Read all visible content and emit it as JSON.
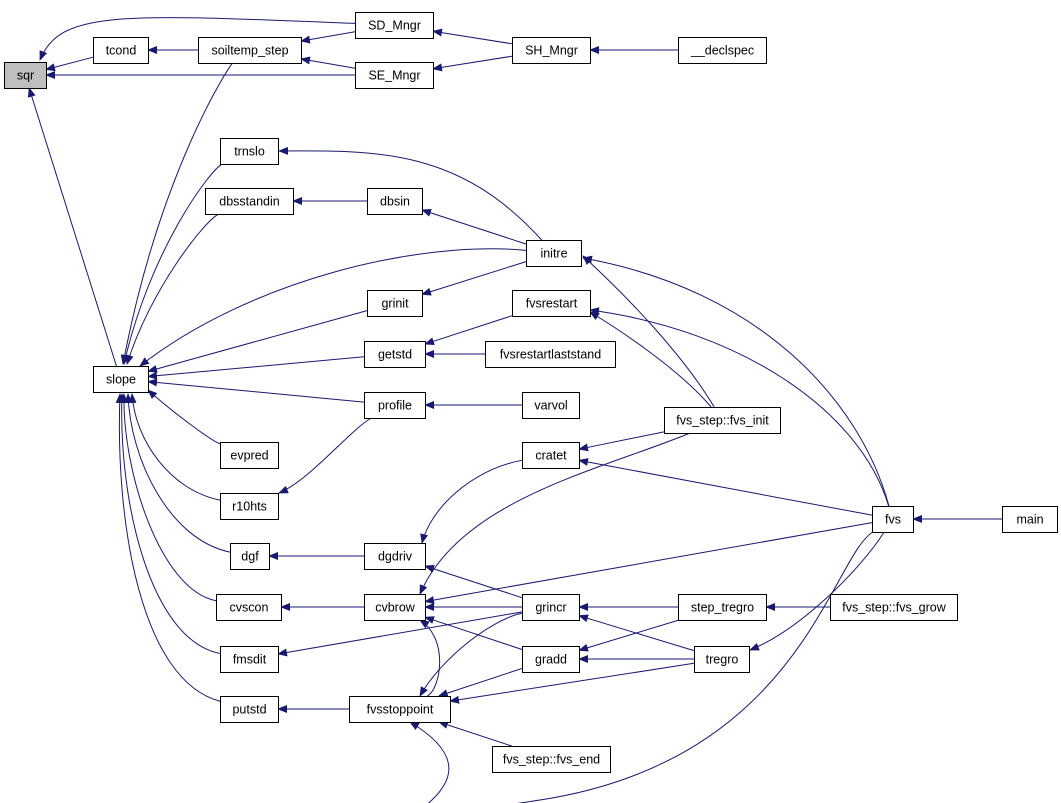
{
  "colors": {
    "edge": "#191970",
    "node_border": "#000000",
    "node_fill": "#ffffff",
    "highlight_fill": "#bfbfbf"
  },
  "nodes": {
    "sqr": {
      "label": "sqr",
      "highlighted": true
    },
    "tcond": {
      "label": "tcond"
    },
    "soiltemp_step": {
      "label": "soiltemp_step"
    },
    "sd_mngr": {
      "label": "SD_Mngr"
    },
    "se_mngr": {
      "label": "SE_Mngr"
    },
    "sh_mngr": {
      "label": "SH_Mngr"
    },
    "declspec": {
      "label": "__declspec"
    },
    "slope": {
      "label": "slope"
    },
    "trnslo": {
      "label": "trnslo"
    },
    "dbsstandin": {
      "label": "dbsstandin"
    },
    "dbsin": {
      "label": "dbsin"
    },
    "initre": {
      "label": "initre"
    },
    "grinit": {
      "label": "grinit"
    },
    "fvsrestart": {
      "label": "fvsrestart"
    },
    "getstd": {
      "label": "getstd"
    },
    "fvsrestartlaststand": {
      "label": "fvsrestartlaststand"
    },
    "profile": {
      "label": "profile"
    },
    "varvol": {
      "label": "varvol"
    },
    "fvs_init": {
      "label": "fvs_step::fvs_init"
    },
    "evpred": {
      "label": "evpred"
    },
    "cratet": {
      "label": "cratet"
    },
    "r10hts": {
      "label": "r10hts"
    },
    "fvs": {
      "label": "fvs"
    },
    "main": {
      "label": "main"
    },
    "dgf": {
      "label": "dgf"
    },
    "dgdriv": {
      "label": "dgdriv"
    },
    "cvscon": {
      "label": "cvscon"
    },
    "cvbrow": {
      "label": "cvbrow"
    },
    "grincr": {
      "label": "grincr"
    },
    "step_tregro": {
      "label": "step_tregro"
    },
    "fvs_grow": {
      "label": "fvs_step::fvs_grow"
    },
    "fmsdit": {
      "label": "fmsdit"
    },
    "gradd": {
      "label": "gradd"
    },
    "tregro": {
      "label": "tregro"
    },
    "putstd": {
      "label": "putstd"
    },
    "fvsstoppoint": {
      "label": "fvsstoppoint"
    },
    "fvs_end": {
      "label": "fvs_step::fvs_end"
    }
  },
  "edges": [
    [
      "tcond",
      "sqr"
    ],
    [
      "sd_mngr",
      "sqr"
    ],
    [
      "se_mngr",
      "sqr"
    ],
    [
      "slope",
      "sqr"
    ],
    [
      "soiltemp_step",
      "tcond"
    ],
    [
      "sd_mngr",
      "soiltemp_step"
    ],
    [
      "se_mngr",
      "soiltemp_step"
    ],
    [
      "sh_mngr",
      "sd_mngr"
    ],
    [
      "sh_mngr",
      "se_mngr"
    ],
    [
      "declspec",
      "sh_mngr"
    ],
    [
      "soiltemp_step",
      "slope"
    ],
    [
      "trnslo",
      "slope"
    ],
    [
      "dbsstandin",
      "slope"
    ],
    [
      "initre",
      "slope"
    ],
    [
      "grinit",
      "slope"
    ],
    [
      "getstd",
      "slope"
    ],
    [
      "profile",
      "slope"
    ],
    [
      "evpred",
      "slope"
    ],
    [
      "r10hts",
      "slope"
    ],
    [
      "dgf",
      "slope"
    ],
    [
      "cvscon",
      "slope"
    ],
    [
      "fmsdit",
      "slope"
    ],
    [
      "putstd",
      "slope"
    ],
    [
      "initre",
      "trnslo"
    ],
    [
      "dbsin",
      "dbsstandin"
    ],
    [
      "initre",
      "dbsin"
    ],
    [
      "initre",
      "grinit"
    ],
    [
      "fvsrestart",
      "getstd"
    ],
    [
      "fvsrestartlaststand",
      "getstd"
    ],
    [
      "varvol",
      "profile"
    ],
    [
      "profile",
      "r10hts"
    ],
    [
      "fvs_init",
      "initre"
    ],
    [
      "fvs",
      "initre"
    ],
    [
      "fvs_init",
      "fvsrestart"
    ],
    [
      "fvs",
      "fvsrestart"
    ],
    [
      "fvs_init",
      "cratet"
    ],
    [
      "fvs",
      "cratet"
    ],
    [
      "main",
      "fvs"
    ],
    [
      "dgdriv",
      "dgf"
    ],
    [
      "cratet",
      "dgdriv"
    ],
    [
      "grincr",
      "dgdriv"
    ],
    [
      "cvbrow",
      "cvscon"
    ],
    [
      "grincr",
      "cvbrow"
    ],
    [
      "gradd",
      "cvbrow"
    ],
    [
      "fvs_init",
      "cvbrow"
    ],
    [
      "fvs",
      "cvbrow"
    ],
    [
      "fvsstoppoint",
      "cvbrow"
    ],
    [
      "step_tregro",
      "grincr"
    ],
    [
      "tregro",
      "grincr"
    ],
    [
      "fvs_grow",
      "step_tregro"
    ],
    [
      "grincr",
      "fmsdit"
    ],
    [
      "step_tregro",
      "gradd"
    ],
    [
      "tregro",
      "gradd"
    ],
    [
      "fvs",
      "tregro"
    ],
    [
      "fvsstoppoint",
      "putstd"
    ],
    [
      "grincr",
      "fvsstoppoint"
    ],
    [
      "gradd",
      "fvsstoppoint"
    ],
    [
      "tregro",
      "fvsstoppoint"
    ],
    [
      "fvs_end",
      "fvsstoppoint"
    ],
    [
      "fvs",
      "fvsstoppoint"
    ]
  ]
}
